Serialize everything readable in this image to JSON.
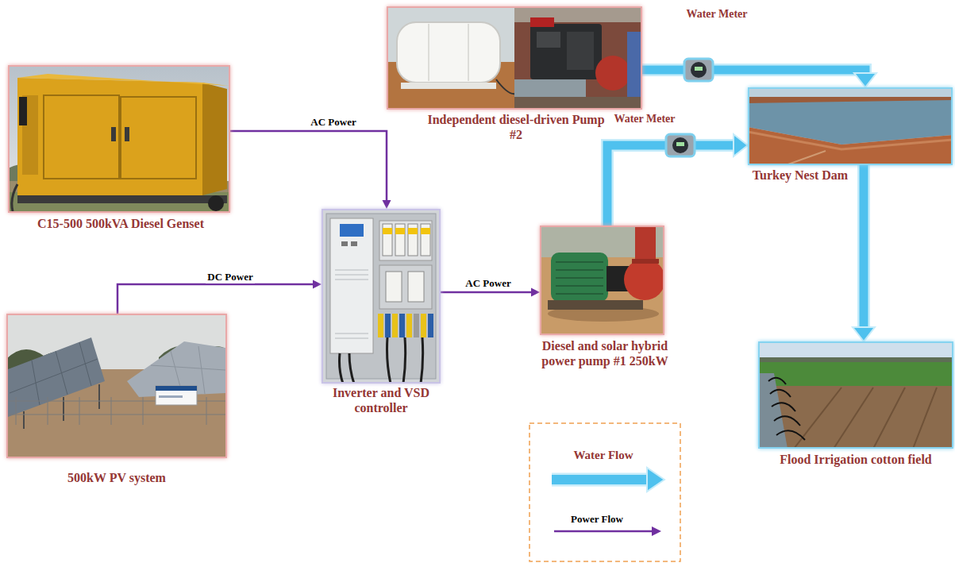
{
  "diagram": {
    "nodes": [
      {
        "text": [
          "C15-500 500kVA Diesel Genset"
        ]
      },
      {
        "text": [
          "500kW PV system"
        ]
      },
      {
        "text": [
          "Inverter and VSD controller"
        ]
      },
      {
        "text": [
          "Independent diesel-driven Pump #2"
        ]
      },
      {
        "text": [
          "Diesel and solar hybrid power pump #1 250kW"
        ]
      },
      {
        "text": [
          "Turkey Nest Dam"
        ]
      },
      {
        "text": [
          "Flood Irrigation cotton field"
        ]
      }
    ],
    "edges": [
      {
        "from": 0,
        "to": 2,
        "arrow": "to",
        "label": "AC Power"
      },
      {
        "from": 1,
        "to": 2,
        "arrow": "to",
        "label": "DC Power"
      },
      {
        "from": 2,
        "to": 4,
        "arrow": "to",
        "label": "AC Power"
      },
      {
        "from": 3,
        "to": 5,
        "arrow": "to",
        "label": "Water Meter"
      },
      {
        "from": 4,
        "to": 5,
        "arrow": "to",
        "label": "Water Meter"
      },
      {
        "from": 5,
        "to": 6,
        "arrow": "to"
      }
    ],
    "legend": [
      {
        "text": "Water Flow"
      },
      {
        "text": "Power Flow"
      }
    ]
  }
}
